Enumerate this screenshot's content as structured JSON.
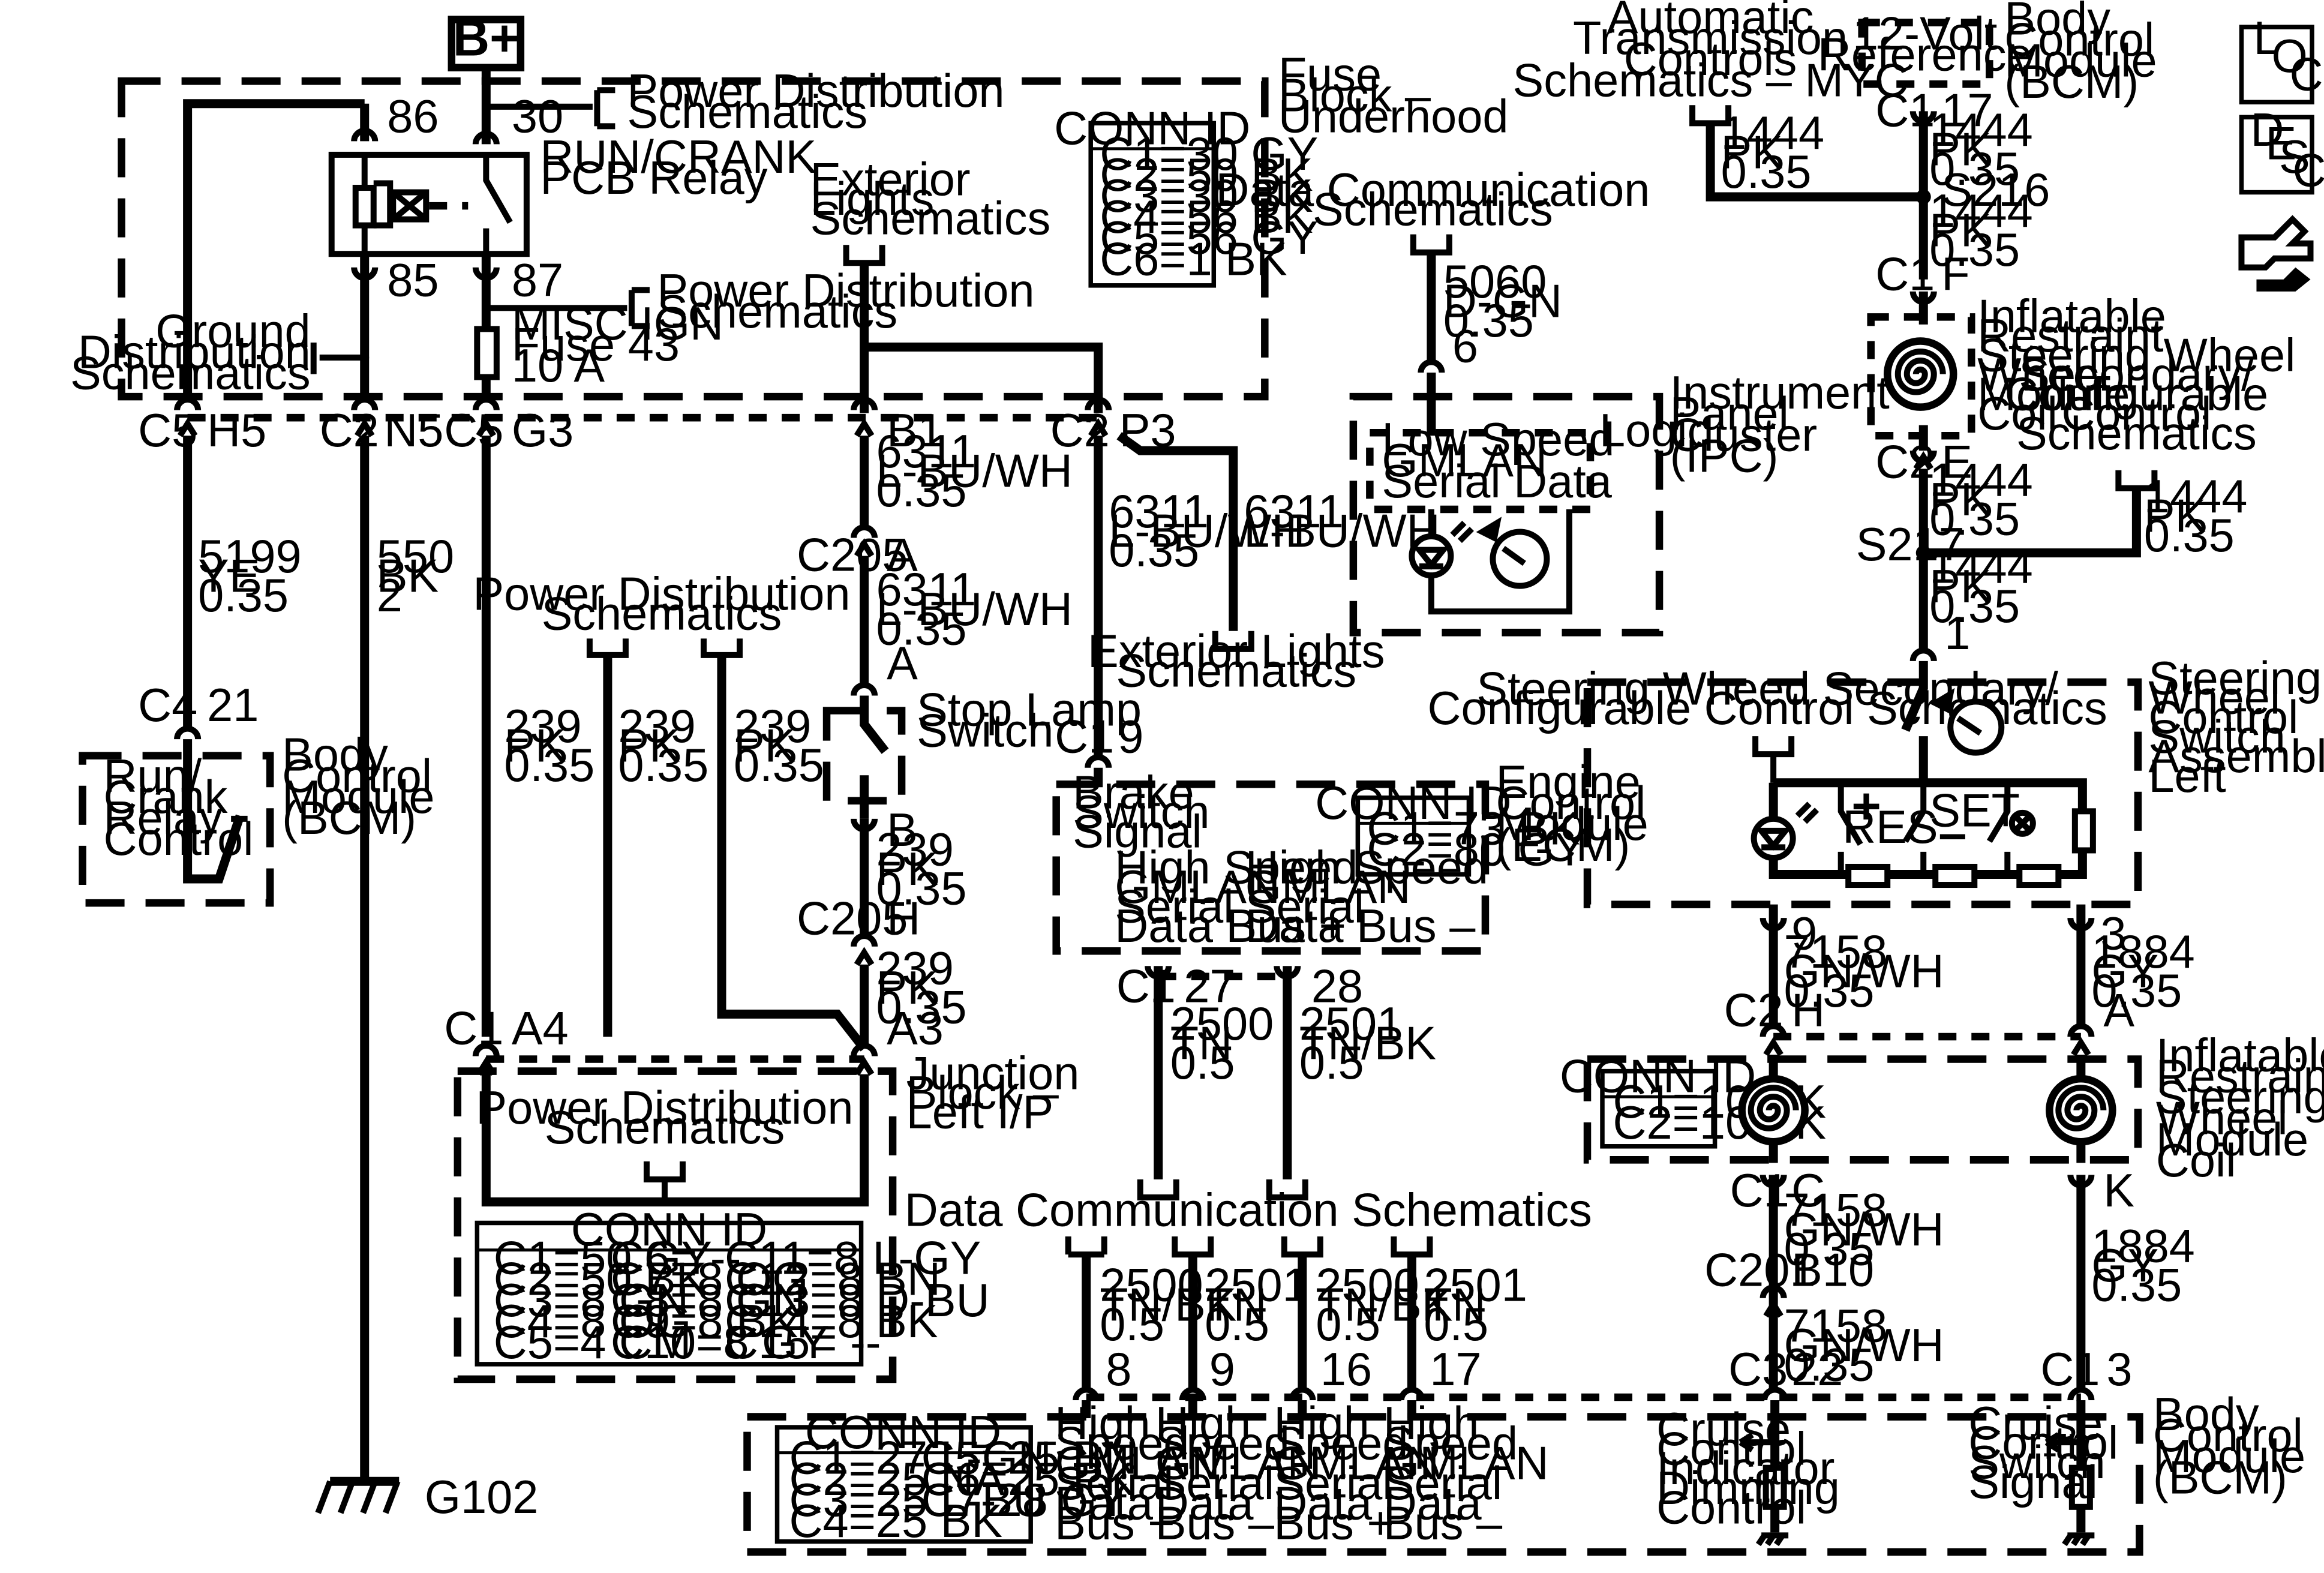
{
  "power": {
    "bplus": "B+"
  },
  "fuse_block": {
    "title": [
      "Fuse",
      "Block –",
      "Underhood"
    ],
    "pd_top": [
      "Power Distribution",
      "Schematics"
    ],
    "pd_87": [
      "Power Distribution",
      "Schematics"
    ],
    "relay": [
      "RUN/CRANK",
      "PCB Relay"
    ],
    "pin86": "86",
    "pin30": "30",
    "pin85": "85",
    "pin87": "87",
    "fuse": [
      "MISC IGN",
      "Fuse 43",
      "10 A"
    ],
    "ground_dist": [
      "Ground",
      "Distribution",
      "Schematics"
    ],
    "conn_title": "CONN ID",
    "conn": [
      "C1=30 GY",
      "C2=50 BK",
      "C3=30 BK",
      "C4=56 BK",
      "C5=56 GY",
      "C6=1 BK"
    ]
  },
  "exterior_lights": [
    "Exterior",
    "Lights",
    "Schematics"
  ],
  "exterior_lights_2": [
    "Exterior Lights",
    "Schematics"
  ],
  "left_conns": {
    "c5_h5": [
      "C5",
      "H5"
    ],
    "c2_n5": [
      "C2",
      "N5"
    ],
    "c5_g3": [
      "C5",
      "G3"
    ],
    "c5_b1": "B1",
    "c2_p3": [
      "C2",
      "P3"
    ]
  },
  "wires": {
    "w5199": [
      "5199",
      "YE",
      "0.35"
    ],
    "w550": [
      "550",
      "BK",
      "2"
    ],
    "w239a": [
      "239",
      "PK",
      "0.35"
    ],
    "w239b": [
      "239",
      "PK",
      "0.35"
    ],
    "w239c": [
      "239",
      "PK",
      "0.35"
    ],
    "w6311a": [
      "6311",
      "L-BU/WH",
      "0.35"
    ],
    "w6311b": [
      "6311",
      "L-BU/WH",
      "0.35"
    ],
    "w6311c": [
      "6311",
      "L-BU/WH",
      "0.35"
    ],
    "w6311d": [
      "6311",
      "L-BU/WH"
    ],
    "w239d": [
      "239",
      "PK",
      "0.35"
    ],
    "w239e": [
      "239",
      "PK",
      "0.35"
    ],
    "w2500a": [
      "2500",
      "TN",
      "0.5"
    ],
    "w2501a": [
      "2501",
      "TN/BK",
      "0.5"
    ],
    "w2500b": [
      "2500",
      "TN/BK",
      "0.5"
    ],
    "w2501b": [
      "2501",
      "TN",
      "0.5"
    ],
    "w2500c": [
      "2500",
      "TN/BK",
      "0.5"
    ],
    "w2501c": [
      "2501",
      "TN",
      "0.5"
    ],
    "w5060": [
      "5060",
      "D-GN",
      "0.35"
    ],
    "w1444a": [
      "1444",
      "PK",
      "0.35"
    ],
    "w1444b": [
      "1444",
      "PK",
      "0.35"
    ],
    "w1444c": [
      "1444",
      "PK",
      "0.35"
    ],
    "w1444d": [
      "1444",
      "PK",
      "0.35"
    ],
    "w1444e": [
      "1444",
      "PK",
      "0.35"
    ],
    "w1444f": [
      "1444",
      "PK",
      "0.35"
    ],
    "w7158a": [
      "7158",
      "GN/WH",
      "0.35"
    ],
    "w1884a": [
      "1884",
      "GY",
      "0.35"
    ],
    "w7158b": [
      "7158",
      "GN/WH",
      "0.35"
    ],
    "w7158c": [
      "7158",
      "GN/WH",
      "0.35"
    ],
    "w1884b": [
      "1884",
      "GY",
      "0.35"
    ]
  },
  "bcm_left": {
    "conn": [
      "C4",
      "21"
    ],
    "label": [
      "Body",
      "Control",
      "Module",
      "(BCM)"
    ],
    "switch": [
      "Run/",
      "Crank",
      "Relay",
      "Control"
    ]
  },
  "ground": "G102",
  "pd_mid": [
    "Power Distribution",
    "Schematics"
  ],
  "c205": {
    "a_label": "C205",
    "a": "A",
    "a2": "A",
    "h_label": "C205",
    "b": "B",
    "h": "H"
  },
  "stop_lamp": [
    "Stop Lamp",
    "Switch"
  ],
  "junction": {
    "c1_a4": [
      "C1",
      "A4"
    ],
    "a3": "A3",
    "pd": [
      "Power Distribution",
      "Schematics"
    ],
    "title": [
      "Junction",
      "Block –",
      "Left I/P"
    ],
    "conn_title": "CONN ID",
    "conn": [
      [
        "C1=50 GY",
        "C6= --",
        "C11=8 L-GY"
      ],
      [
        "C2=50 BK",
        "C7=8 OG",
        "C12=8 BN"
      ],
      [
        "C3=8 GN",
        "C8=8 GN",
        "C13=8 D-BU"
      ],
      [
        "C4=8 OG",
        "C9=8 BK",
        "C14=8 BK"
      ],
      [
        "C5=4 CM",
        "C10=8 GY",
        "C15= --"
      ]
    ]
  },
  "ecm": {
    "c1_9": [
      "C1",
      "9"
    ],
    "brake": [
      "Brake",
      "Switch",
      "Signal"
    ],
    "hs1": [
      "High Speed",
      "GMLAN",
      "Serial",
      "Data Bus +"
    ],
    "hs2": [
      "High Speed",
      "GMLAN",
      "Serial",
      "Data Bus –"
    ],
    "title": [
      "Engine",
      "Control",
      "Module",
      "(ECM)"
    ],
    "conn_title": "CONN ID",
    "conn": [
      "C1=73 BK",
      "C2=80 GY"
    ],
    "c1": "C1",
    "p27": "27",
    "p28": "28"
  },
  "data_comm": "Data Communication Schematics",
  "bcm_bottom": {
    "pins": [
      "8",
      "9",
      "16",
      "17"
    ],
    "hs": [
      [
        "High",
        "Speed",
        "GMLAN",
        "Serial",
        "Data",
        "Bus +"
      ],
      [
        "High",
        "Speed",
        "GMLAN",
        "Serial",
        "Data",
        "Bus –"
      ],
      [
        "High",
        "Speed",
        "GMLAN",
        "Serial",
        "Data",
        "Bus +"
      ],
      [
        "High",
        "Speed",
        "GMLAN",
        "Serial",
        "Data",
        "Bus –"
      ]
    ],
    "conn_title": "CONN ID",
    "conn": [
      [
        "C1=27 L-GN",
        "C5=25 BN"
      ],
      [
        "C2=25 NA",
        "C6=25 PK"
      ],
      [
        "C3=25 L-BU",
        "C7-28 GY"
      ],
      [
        "C4=25 BK",
        ""
      ]
    ],
    "cruise1": [
      "Cruise",
      "Control",
      "Indicator",
      "Dimming",
      "Control"
    ],
    "cruise2": [
      "Cruise",
      "Control",
      "Switch",
      "Signal"
    ],
    "c3_22": [
      "C3",
      "22"
    ],
    "c1_3": [
      "C1",
      "3"
    ],
    "title": [
      "Body",
      "Control",
      "Module",
      "(BCM)"
    ]
  },
  "ipc": {
    "dcs": [
      "Data Communication",
      "Schematics"
    ],
    "pin6": "6",
    "low_speed": [
      "Low Speed",
      "GMLAN",
      "Serial Data"
    ],
    "logic": "Logic",
    "title": [
      "Instrument",
      "Panel",
      "Cluster",
      "(IPC)"
    ]
  },
  "right": {
    "atc": [
      "Automatic",
      "Transmission",
      "Controls",
      "Schematics – MYC"
    ],
    "ref12": [
      "12-Volt",
      "Reference"
    ],
    "bcm_top": [
      "Body",
      "Control",
      "Module",
      "(BCM)"
    ],
    "c1_17": [
      "C1",
      "17"
    ],
    "s216": "S216",
    "c1_f": [
      "C1",
      "F"
    ],
    "irsw1": [
      "Inflatable",
      "Restraint",
      "Steering",
      "Wheel",
      "Module",
      "Coil"
    ],
    "sws1": [
      "Steering Wheel",
      "Secondary/",
      "Configurable",
      "Control",
      "Schematics"
    ],
    "c2_e": [
      "C2",
      "E"
    ],
    "s217": "S217",
    "pin1": "1",
    "swsa": [
      "Steering",
      "Wheel",
      "Control",
      "Switch",
      "Assembly –",
      "Left"
    ],
    "sws2": [
      "Steering Wheed Secondary/",
      "Configurable Control Schematics"
    ],
    "res": "RES",
    "set": "SET",
    "plus": "+",
    "minus": "–",
    "p9": "9",
    "p3": "3",
    "c2_h": [
      "C2",
      "H"
    ],
    "a": "A",
    "conn_title": "CONN ID",
    "conn": [
      "C1=10 BK",
      "C2=10 BK"
    ],
    "irsw2": [
      "Inflatable",
      "Restraint",
      "Steering",
      "Wheel",
      "Module",
      "Coil"
    ],
    "c1_c": [
      "C1",
      "C"
    ],
    "k": "K",
    "c201": [
      "C201",
      "B10"
    ]
  },
  "nav": {
    "loc": [
      "L",
      "O",
      "C"
    ],
    "desc": [
      "D",
      "E",
      "S",
      "C"
    ]
  }
}
